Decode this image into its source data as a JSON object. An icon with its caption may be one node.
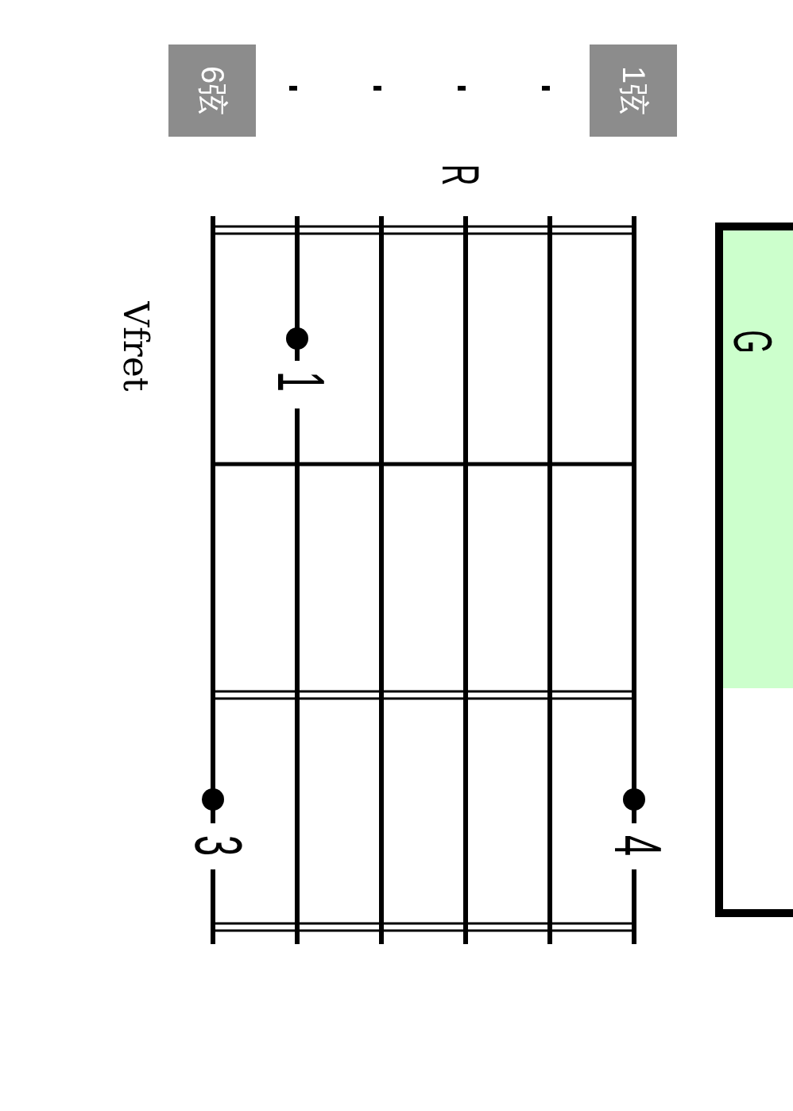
{
  "diagram": {
    "nodes": [
      {
        "text": [
          "G"
        ]
      },
      {
        "text": [
          "1弦"
        ]
      },
      {
        "text": [
          "6弦"
        ]
      }
    ],
    "labels": [
      "R",
      "1",
      "4",
      "3",
      "Ⅴfret"
    ]
  }
}
